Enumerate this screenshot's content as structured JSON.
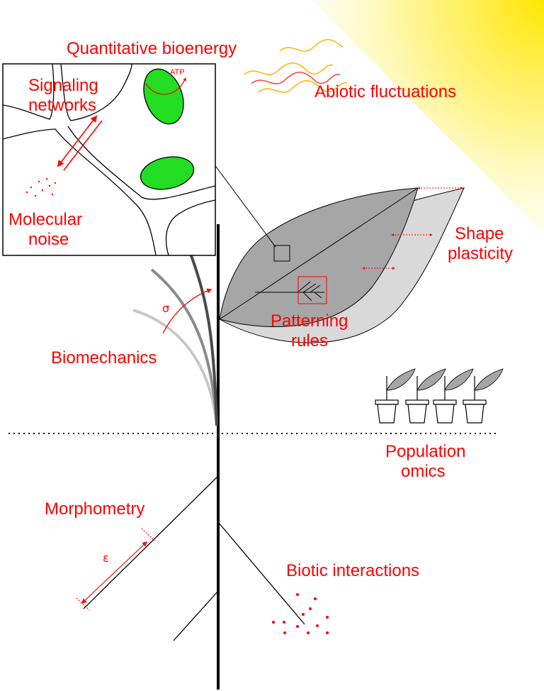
{
  "labels": {
    "quantitative_bioenergy": "Quantitative bioenergy",
    "abiotic_fluctuations": "Abiotic fluctuations",
    "signaling_line1": "Signaling",
    "signaling_line2": "networks",
    "atp": "ATP",
    "molecular_line1": "Molecular",
    "molecular_line2": "noise",
    "shape_line1": "Shape",
    "shape_line2": "plasticity",
    "patterning_line1": "Patterning",
    "patterning_line2": "rules",
    "sigma": "σ",
    "biomechanics": "Biomechanics",
    "population_line1": "Population",
    "population_line2": "omics",
    "morphometry": "Morphometry",
    "epsilon": "ε",
    "biotic_interactions": "Biotic interactions"
  },
  "colors": {
    "accent": "#ff0000",
    "leaf_dark": "#a6a6a6",
    "leaf_light": "#d9d9d9",
    "chloroplast": "#22dd22",
    "sun": "#ffe600",
    "wave_red": "#ff3b3b",
    "wave_orange": "#ffb300"
  }
}
